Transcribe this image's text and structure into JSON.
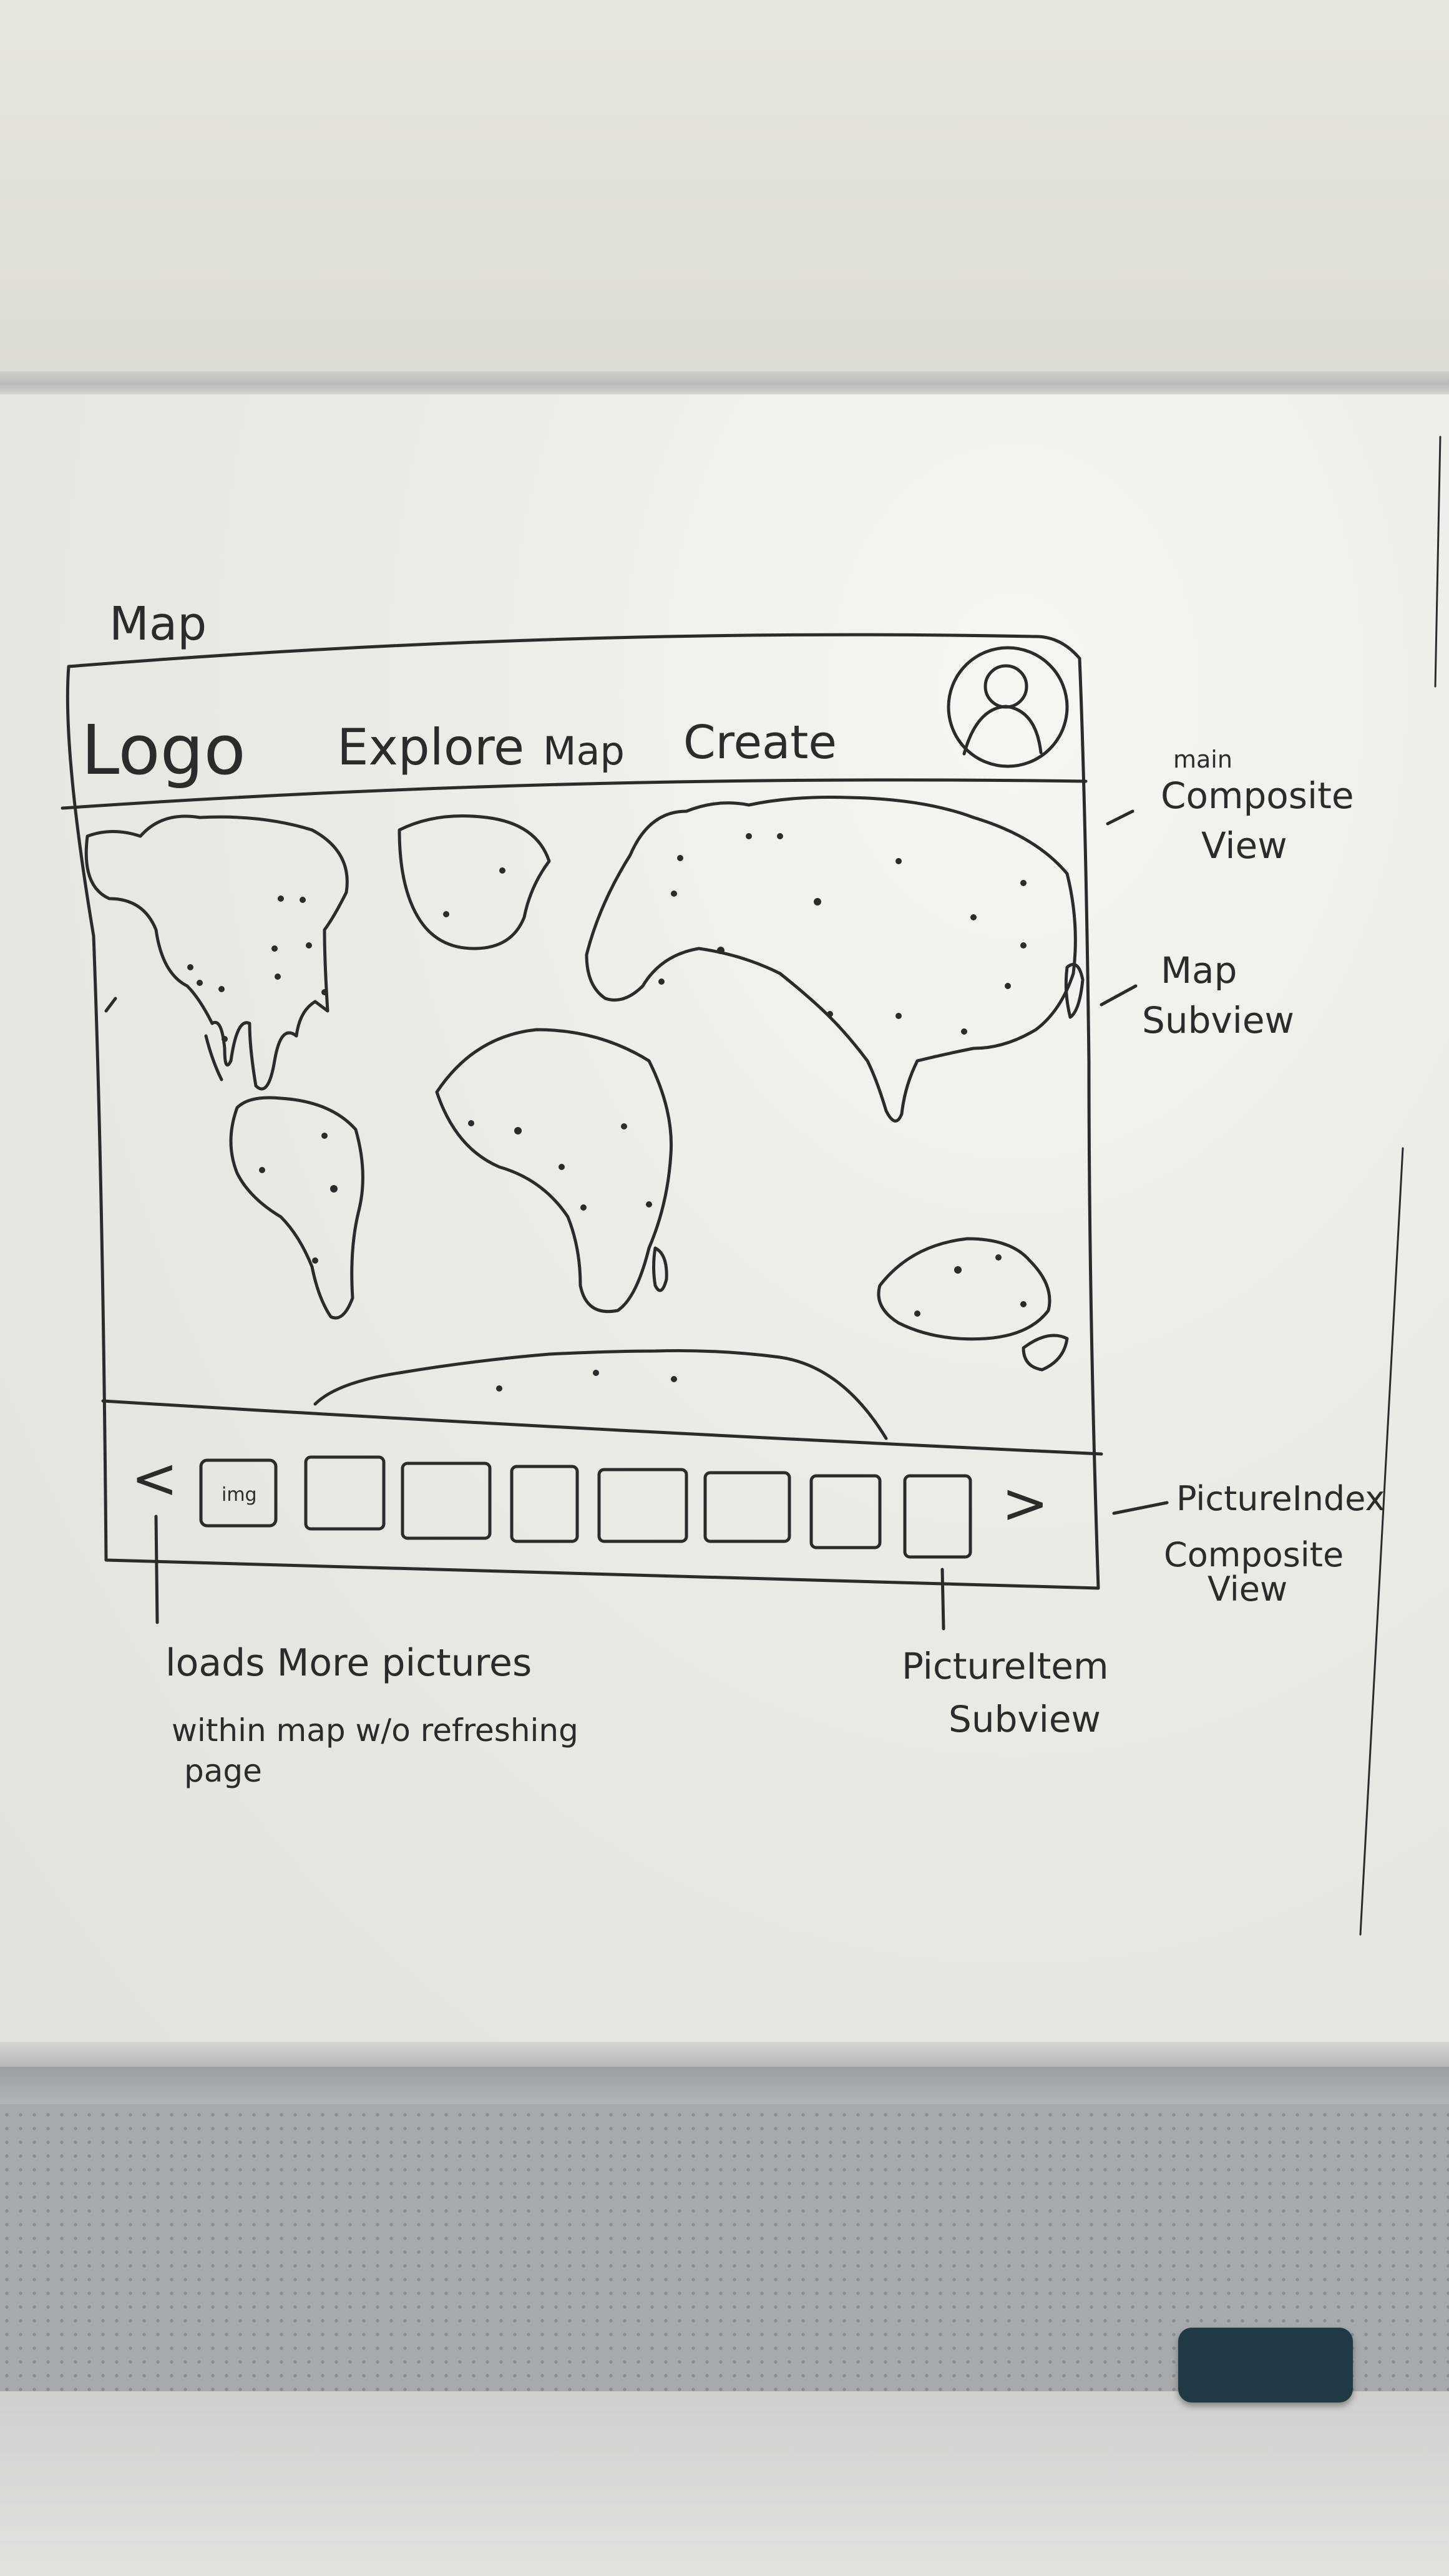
{
  "title": "Map",
  "navbar": {
    "logo": "Logo",
    "explore": "Explore",
    "map": "Map",
    "create": "Create"
  },
  "picture_index": {
    "prev": "<",
    "next": ">",
    "first_item_label": "img"
  },
  "annotations": {
    "main_composite": [
      "main",
      "Composite",
      "View"
    ],
    "map_subview": [
      "Map",
      "Subview"
    ],
    "picture_index_composite": [
      "PictureIndex",
      "Composite",
      "View"
    ],
    "picture_item_subview": [
      "PictureItem",
      "Subview"
    ],
    "loads_more": [
      "loads More pictures",
      "within map w/o refreshing",
      "page"
    ]
  }
}
